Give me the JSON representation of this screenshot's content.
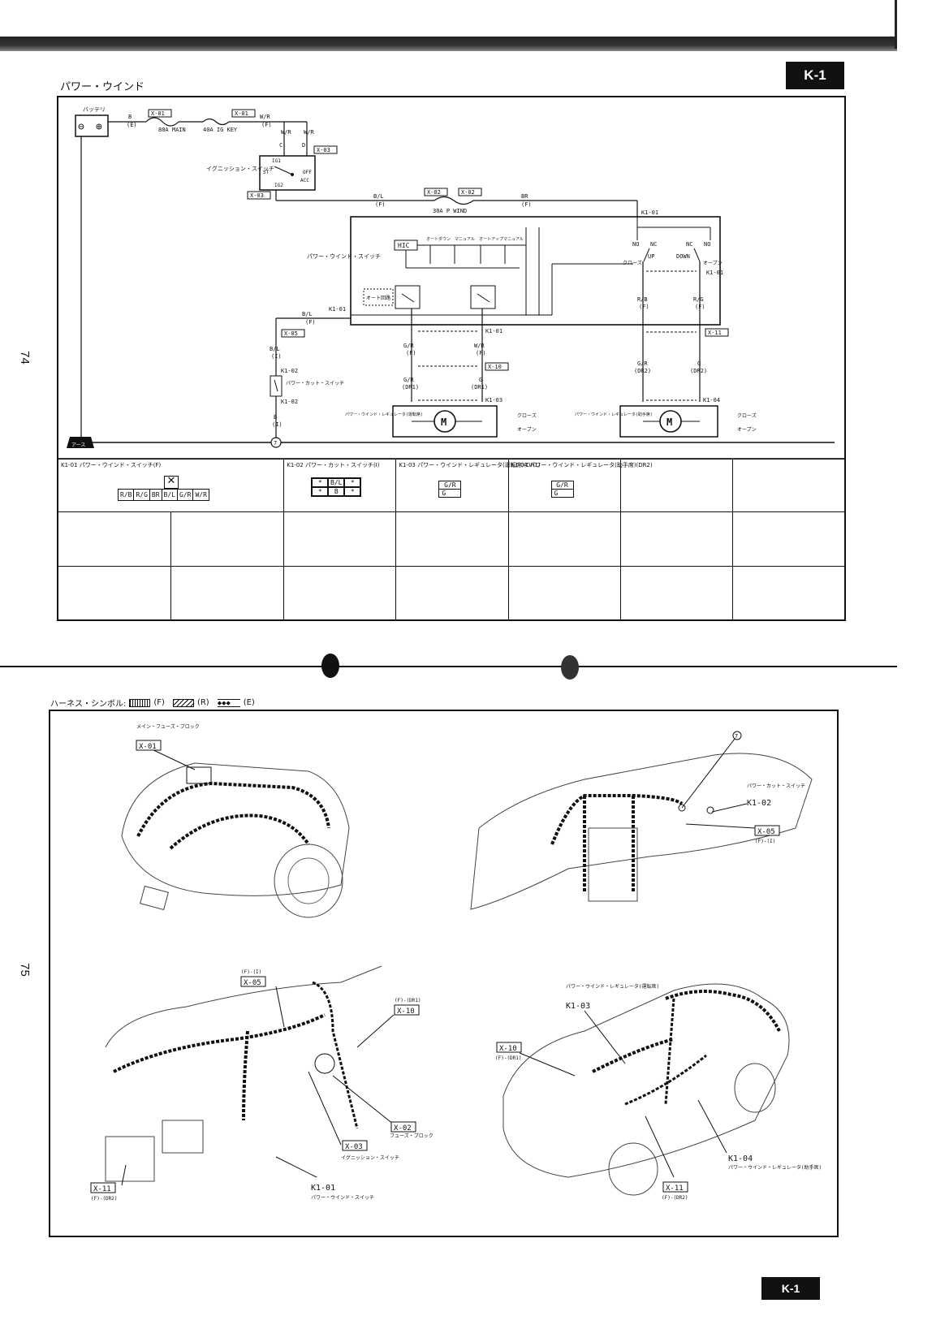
{
  "header": {
    "title": "パワー・ウインド",
    "section": "K-1",
    "page_top": "74",
    "page_bottom": "75",
    "footer_section": "K-1"
  },
  "schematic": {
    "battery": "バッテリ",
    "battery_wire": "B",
    "battery_wire_type": "(E)",
    "ground_label": "アース",
    "ground_point": "7",
    "fuses": {
      "main": "80A MAIN",
      "ig_key": "40A IG KEY",
      "p_wind": "30A P WIND",
      "x01": "X-01",
      "x02": "X-02",
      "x03": "X-03",
      "x05": "X-05",
      "x10": "X-10",
      "x11": "X-11"
    },
    "wires": {
      "wr": "W/R",
      "f": "(F)",
      "br": "BR",
      "bl": "B/L",
      "rb": "R/B",
      "rg": "R/G",
      "gr": "G/R",
      "g": "G",
      "b": "B",
      "i": "(I)",
      "dr1": "(DR1)",
      "dr2": "(DR2)",
      "c": "C",
      "d": "D"
    },
    "ignition_switch": "イグニッション・スイッチ",
    "ig_terms": {
      "ig1": "IG1",
      "ig2": "IG2",
      "st": "ST",
      "off": "OFF",
      "acc": "ACC"
    },
    "pw_switch": "パワー・ウインド・スイッチ",
    "hic": "HIC",
    "auto_circuit": "オート回路",
    "switch_terms": {
      "no": "NO",
      "nc": "NC",
      "up": "UP",
      "down": "DOWN",
      "close": "クローズ",
      "open": "オープン"
    },
    "driver_switches": [
      "オートダウン",
      "マニュアル",
      "オートアップ",
      "マニュアル"
    ],
    "power_cut_switch": "パワー・カット・スイッチ",
    "regulator_driver": "パワー・ウインド・レギュレータ(運転席)",
    "regulator_passenger": "パワー・ウインド・レギュレータ(助手席)",
    "motor": "M",
    "connectors": {
      "k101": "K1-01",
      "k102": "K1-02",
      "k103": "K1-03",
      "k104": "K1-04"
    }
  },
  "connector_table": [
    {
      "title": "K1-01 パワー・ウインド・スイッチ(F)",
      "pins": [
        "R/B",
        "R/G",
        "BR",
        "B/L",
        "G/R",
        "W/R"
      ]
    },
    {
      "title": "K1-02 パワー・カット・スイッチ(I)",
      "pins": [
        "*",
        "B/L",
        "*",
        "*",
        "B",
        "*"
      ]
    },
    {
      "title": "K1-03 パワー・ウインド・レギュレータ(運転席)(DR1)",
      "pins": [
        "G/R",
        "G"
      ]
    },
    {
      "title": "K1-04 パワー・ウインド・レギュレータ(助手席)(DR2)",
      "pins": [
        "G/R",
        "G"
      ]
    }
  ],
  "harness": {
    "legend_label": "ハーネス・シンボル:",
    "legend_f": "(F)",
    "legend_r": "(R)",
    "legend_e": "(E)",
    "view1": {
      "main_fuse_block": "メイン・フューズ・ブロック",
      "x01": "X-01"
    },
    "view2": {
      "ground_point": "7",
      "power_cut_switch": "パワー・カット・スイッチ",
      "k102": "K1-02",
      "x05": "X-05",
      "x05_type": "(F)-(I)"
    },
    "view3": {
      "x05_type": "(F)-(I)",
      "x05": "X-05",
      "x10_type": "(F)-(DR1)",
      "x10": "X-10",
      "x02": "X-02",
      "fuse_block": "フューズ・ブロック",
      "x03": "X-03",
      "ignition_switch": "イグニッション・スイッチ",
      "k101": "K1-01",
      "pw_switch": "パワー・ウインド・スイッチ",
      "x11": "X-11",
      "x11_type": "(F)-(DR2)"
    },
    "view4": {
      "regulator_driver": "パワー・ウインド・レギュレータ(運転席)",
      "k103": "K1-03",
      "x10": "X-10",
      "x10_type": "(F)-(DR1)",
      "k104": "K1-04",
      "regulator_passenger": "パワー・ウインド・レギュレータ(助手席)",
      "x11": "X-11",
      "x11_type": "(F)-(DR2)"
    }
  }
}
